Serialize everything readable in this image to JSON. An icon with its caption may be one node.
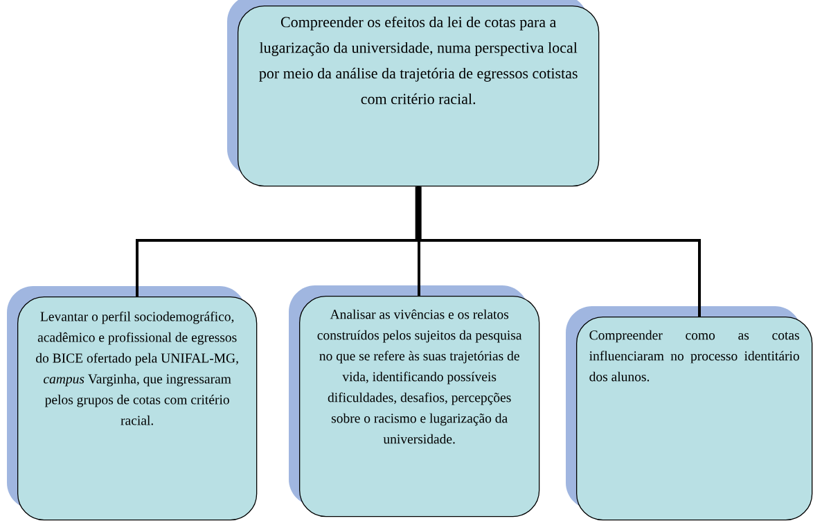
{
  "diagram": {
    "nodes": [
      {
        "text": [
          "Compreender os efeitos da lei de cotas para a lugarização da universidade, numa perspectiva local por meio da análise da trajetória de egressos cotistas com critério racial."
        ]
      },
      {
        "text": [
          "Levantar o perfil sociodemográfico, acadêmico e profissional de egressos do BICE ofertado pela UNIFAL-MG, *campus* Varginha, que ingressaram pelos grupos de cotas com critério racial."
        ]
      },
      {
        "text": [
          "Analisar as vivências e os relatos construídos pelos sujeitos da pesquisa no que se refere às suas trajetórias de vida, identificando possíveis dificuldades, desafios, percepções sobre o racismo e lugarização da universidade."
        ]
      },
      {
        "text": [
          "Compreender como as cotas influenciaram no processo identitário dos alunos."
        ]
      }
    ],
    "edges": [
      {
        "from": 0,
        "to": 1,
        "arrow": "none"
      },
      {
        "from": 0,
        "to": 2,
        "arrow": "none"
      },
      {
        "from": 0,
        "to": 3,
        "arrow": "none"
      }
    ]
  }
}
